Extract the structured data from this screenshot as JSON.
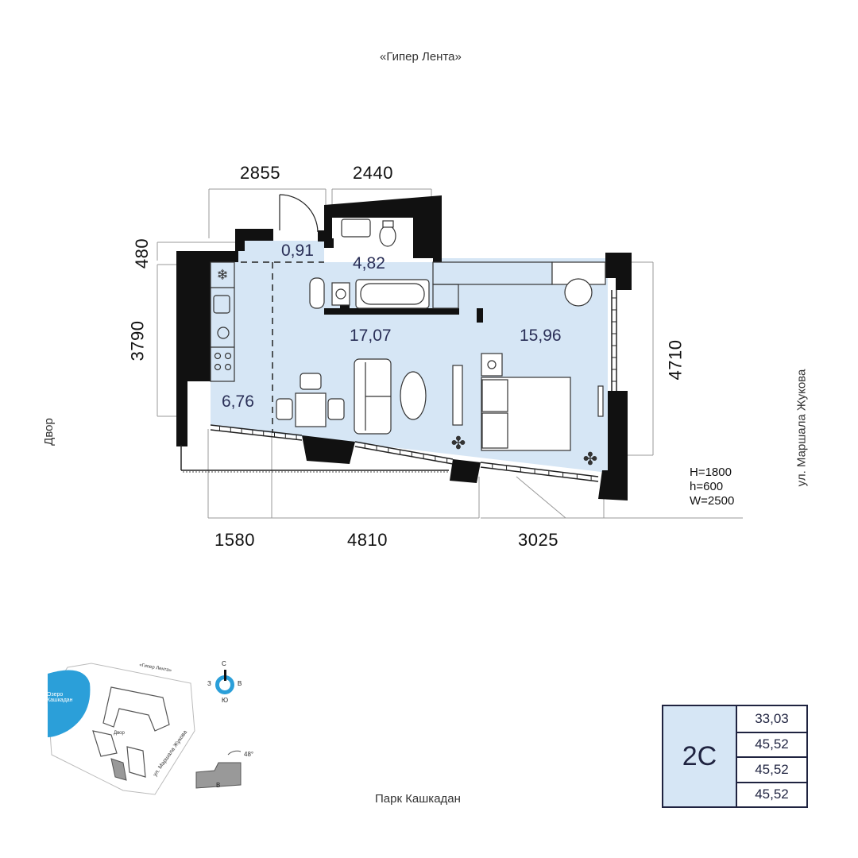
{
  "streets": {
    "top": "«Гипер Лента»",
    "left": "Двор",
    "right": "ул. Маршала Жукова",
    "bottom": "Парк Кашкадан"
  },
  "dimensions": {
    "top_left": "2855",
    "top_right": "2440",
    "left_top": "480",
    "left_bottom": "3790",
    "right": "4710",
    "bottom_left": "1580",
    "bottom_mid": "4810",
    "bottom_right": "3025"
  },
  "rooms": {
    "hall_small": "0,91",
    "bath": "4,82",
    "living": "17,07",
    "bedroom": "15,96",
    "kitchen": "6,76"
  },
  "window_spec": {
    "H": "H=1800",
    "h": "h=600",
    "W": "W=2500"
  },
  "minimap": {
    "lake": "Озеро Кашкадан",
    "mall": "«Гипер Лента»",
    "yard": "Двор",
    "street": "ул. Маршала Жукова",
    "compass": {
      "n": "С",
      "s": "Ю",
      "w": "З",
      "e": "В"
    },
    "angle": "48°",
    "section": "В"
  },
  "summary": {
    "type": "2С",
    "values": [
      "33,03",
      "45,52",
      "45,52",
      "45,52"
    ]
  },
  "colors": {
    "room_fill": "#d6e6f5",
    "wall": "#111111",
    "text_dark": "#1f2340",
    "lake": "#2b9fd9"
  }
}
